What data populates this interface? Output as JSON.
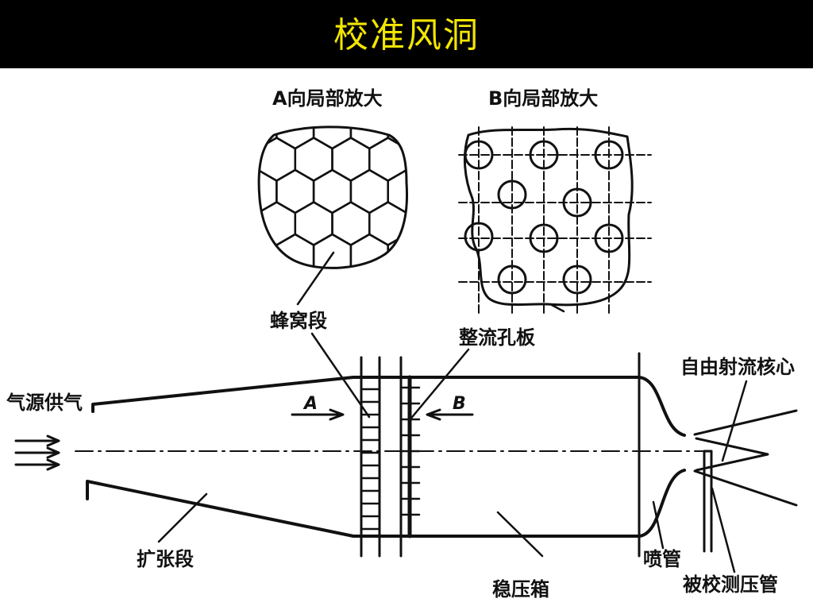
{
  "title": "校准风洞",
  "labels": {
    "view_a": "A向局部放大",
    "view_b": "B向局部放大",
    "honeycomb": "蜂窝段",
    "perforated_plate": "整流孔板",
    "free_jet_core": "自由射流核心",
    "air_supply": "气源供气",
    "arrow_a": "A",
    "arrow_b": "B",
    "diffuser": "扩张段",
    "settling_chamber": "稳压箱",
    "nozzle": "喷管",
    "tested_probe": "被校测压管"
  },
  "colors": {
    "title_bar": "#000000",
    "title_text": "#f2e600",
    "line": "#111111"
  }
}
